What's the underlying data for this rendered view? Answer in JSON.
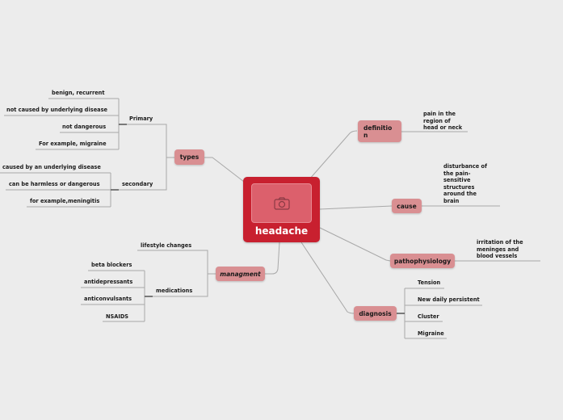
{
  "central": {
    "title": "headache",
    "icon": "camera-icon"
  },
  "colors": {
    "central": "#c8202f",
    "central_image": "#dc606c",
    "topic": "#d98f92",
    "background": "#ececec",
    "line": "#a8a8a8"
  },
  "topics": {
    "types": {
      "label": "types",
      "children": {
        "primary": {
          "label": "Primary",
          "items": [
            "benign, recurrent",
            "not caused by underlying disease",
            "not dangerous",
            "For example, migraine"
          ]
        },
        "secondary": {
          "label": "secondary",
          "items": [
            "caused by an underlying disease",
            "can be harmless or dangerous",
            "for example,meningitis"
          ]
        }
      }
    },
    "managment": {
      "label": "managment",
      "children": {
        "lifestyle": {
          "label": "lifestyle changes"
        },
        "medications": {
          "label": "medications",
          "items": [
            "beta blockers",
            "antidepressants",
            "anticonvulsants",
            "NSAIDS"
          ]
        }
      }
    },
    "definition": {
      "label": "definitio n",
      "note": "pain in the region of head or neck"
    },
    "cause": {
      "label": "cause",
      "note": "disturbance of the pain-sensitive structures around the brain"
    },
    "pathophysiology": {
      "label": "pathophysiology",
      "note": "irritation of the meninges and blood vessels"
    },
    "diagnosis": {
      "label": "diagnosis",
      "items": [
        "Tension",
        "New daily persistent",
        "Cluster",
        "Migraine"
      ]
    }
  }
}
